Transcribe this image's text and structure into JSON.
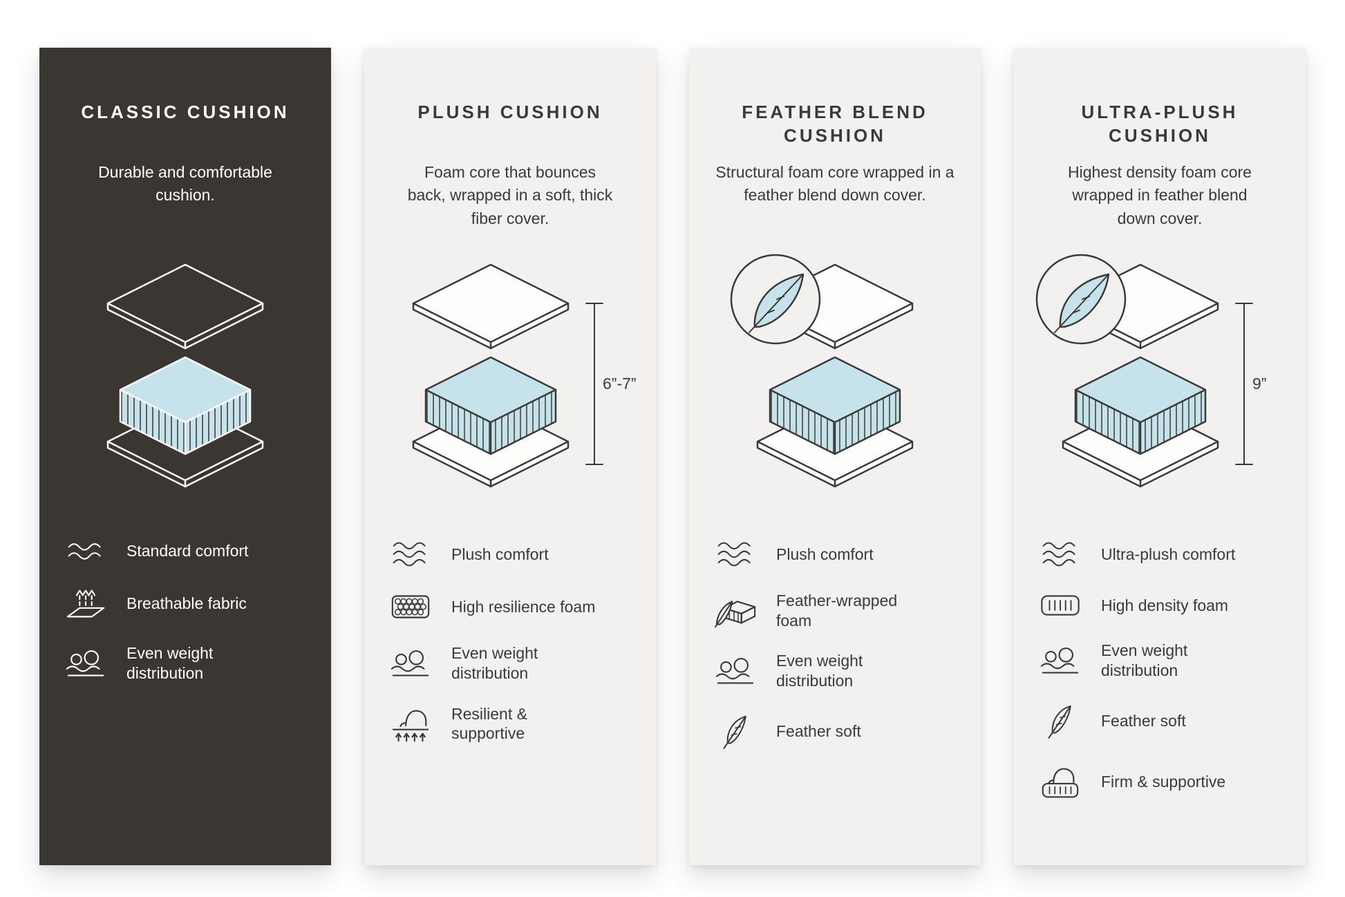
{
  "colors": {
    "page_background": "#ffffff",
    "dark_card_background": "#3a3732",
    "light_card_background": "#f2f1ef",
    "text_dark": "#3a3a38",
    "text_light": "#ffffff",
    "foam_blue": "#c6e2eb"
  },
  "cards": [
    {
      "title": "CLASSIC CUSHION",
      "description": "Durable and comfortable cushion.",
      "theme": "dark",
      "illustration": {
        "feather_badge": false,
        "dimension_label": ""
      },
      "features": [
        {
          "icon": "wave-icon",
          "label": "Standard comfort"
        },
        {
          "icon": "breathable-fabric-icon",
          "label": "Breathable fabric"
        },
        {
          "icon": "weight-distribution-icon",
          "label": "Even weight distribution"
        }
      ]
    },
    {
      "title": "PLUSH CUSHION",
      "description": "Foam core that bounces back, wrapped in a soft, thick fiber cover.",
      "theme": "light",
      "illustration": {
        "feather_badge": false,
        "dimension_label": "6”-7”"
      },
      "features": [
        {
          "icon": "wave-icon",
          "label": "Plush comfort"
        },
        {
          "icon": "foam-bubbles-icon",
          "label": "High resilience foam"
        },
        {
          "icon": "weight-distribution-icon",
          "label": "Even weight distribution"
        },
        {
          "icon": "press-hand-icon",
          "label": "Resilient & supportive"
        }
      ]
    },
    {
      "title": "FEATHER BLEND CUSHION",
      "description": "Structural foam core wrapped in a feather blend down cover.",
      "theme": "light",
      "illustration": {
        "feather_badge": true,
        "dimension_label": ""
      },
      "features": [
        {
          "icon": "wave-icon",
          "label": "Plush comfort"
        },
        {
          "icon": "feather-foam-icon",
          "label": "Feather-wrapped foam"
        },
        {
          "icon": "weight-distribution-icon",
          "label": "Even weight distribution"
        },
        {
          "icon": "feather-icon",
          "label": "Feather soft"
        }
      ]
    },
    {
      "title": "ULTRA-PLUSH CUSHION",
      "description": "Highest density foam core wrapped in feather blend down cover.",
      "theme": "light",
      "illustration": {
        "feather_badge": true,
        "dimension_label": "9”"
      },
      "features": [
        {
          "icon": "wave-icon",
          "label": "Ultra-plush comfort"
        },
        {
          "icon": "density-foam-icon",
          "label": "High density foam"
        },
        {
          "icon": "weight-distribution-icon",
          "label": "Even weight distribution"
        },
        {
          "icon": "feather-icon",
          "label": "Feather soft"
        },
        {
          "icon": "firm-hand-icon",
          "label": "Firm & supportive"
        }
      ]
    }
  ]
}
